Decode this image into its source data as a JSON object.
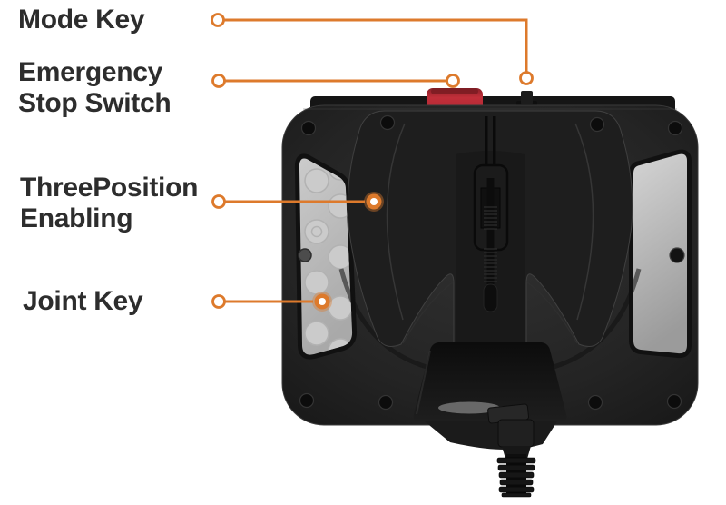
{
  "figure": {
    "description_visible_text_only": true,
    "callouts": [
      {
        "name": "mode-key",
        "text": "Mode Key"
      },
      {
        "name": "emergency-stop-switch",
        "text": "Emergency\nStop Switch"
      },
      {
        "name": "three-position-enabling",
        "text": "ThreePosition\nEnabling"
      },
      {
        "name": "joint-key",
        "text": "Joint Key"
      }
    ]
  },
  "colors": {
    "accent_orange": "#DD7A2C",
    "label_text": "#2D2D2D",
    "estop_red": "#B62A35",
    "device_dark": "#1F1F1F",
    "panel_gray": "#BEBEBE",
    "background": "#FFFFFF"
  }
}
